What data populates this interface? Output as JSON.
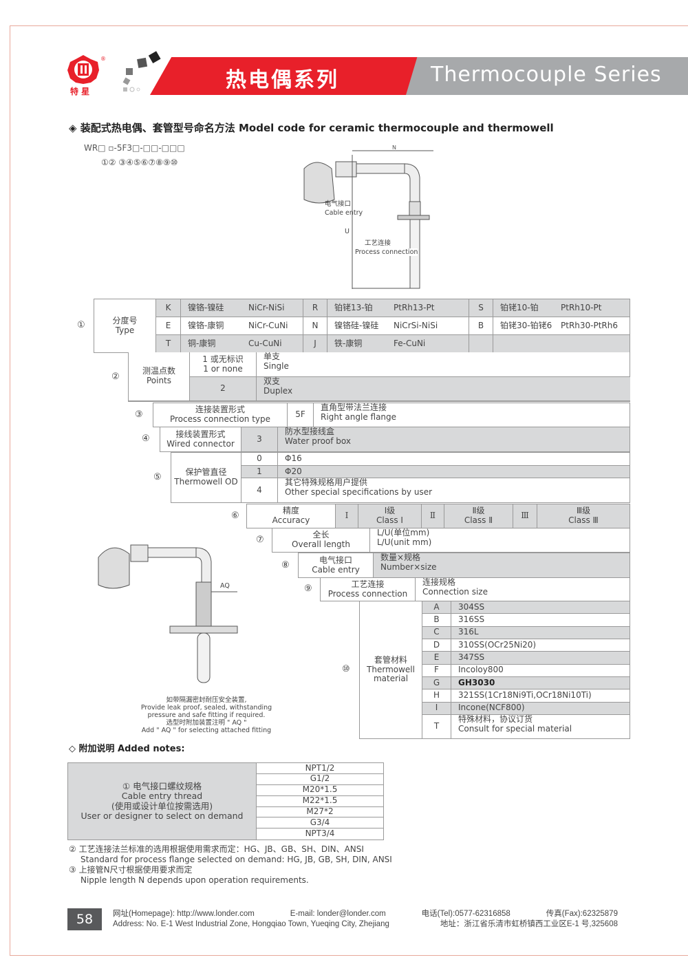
{
  "header": {
    "brand_cn": "特 星",
    "title_cn": "热电偶系列",
    "title_en": "Thermocouple Series"
  },
  "section": {
    "title": "◈ 装配式热电偶、套管型号命名方法 Model code for ceramic thermocouple and thermowell",
    "model_code": "WR□ ▫-5F3□-□□-□□□",
    "positions": "①② ③④⑤⑥⑦⑧⑨⑩"
  },
  "diagram1": {
    "n": "N",
    "cable_cn": "电气接口",
    "cable_en": "Cable entry",
    "proc_cn": "工艺连接",
    "proc_en": "Process connection",
    "u": "U"
  },
  "diagram2": {
    "aq": "AQ",
    "cap1": "如带隔漏密封耐压安全装置,",
    "cap2": "Provide leak proof, sealed, withstanding",
    "cap3": "pressure and safe fitting if required.",
    "cap4": "选型时附加装置注明 \" AQ \"",
    "cap5": "Add \" AQ \" for selecting attached fitting"
  },
  "t1": {
    "n": "①",
    "cn": "分度号",
    "en": "Type",
    "rows": [
      [
        "K",
        "镍铬-镍硅",
        "NiCr-NiSi",
        "R",
        "铂铑13-铂",
        "PtRh13-Pt",
        "S",
        "铂铑10-铂",
        "PtRh10-Pt"
      ],
      [
        "E",
        "镍铬-康铜",
        "NiCr-CuNi",
        "N",
        "镍铬硅-镍硅",
        "NiCrSi-NiSi",
        "B",
        "铂铑30-铂铑6",
        "PtRh30-PtRh6"
      ],
      [
        "T",
        "铜-康铜",
        "Cu-CuNi",
        "J",
        "铁-康铜",
        "Fe-CuNi",
        "",
        "",
        " "
      ]
    ]
  },
  "t2": {
    "n": "②",
    "cn": "测温点数",
    "en": "Points",
    "r1code_cn": "1 或无标识",
    "r1code_en": "1 or none",
    "r1cn": "单支",
    "r1en": "Single",
    "r2code": "2",
    "r2cn": "双支",
    "r2en": "Duplex"
  },
  "t3": {
    "n": "③",
    "cn": "连接装置形式",
    "en": "Process connection type",
    "code": "5F",
    "dcn": "直角型带法兰连接",
    "den": "Right angle flange"
  },
  "t4": {
    "n": "④",
    "cn": "接线装置形式",
    "en": "Wired connector",
    "code": "3",
    "dcn": "防水型接线盒",
    "den": "Water proof box"
  },
  "t5": {
    "n": "⑤",
    "cn": "保护管直径",
    "en": "Thermowell OD",
    "rows": [
      [
        "0",
        "Φ16"
      ],
      [
        "1",
        "Φ20"
      ],
      [
        "4",
        "其它特殊规格用户提供",
        "Other special specifications by user"
      ]
    ]
  },
  "t6": {
    "n": "⑥",
    "cn": "精度",
    "en": "Accuracy",
    "c1": "Ⅰ",
    "c1cn": "Ⅰ级",
    "c1en": "Class Ⅰ",
    "c2": "Ⅱ",
    "c2cn": "Ⅱ级",
    "c2en": "Class Ⅱ",
    "c3": "Ⅲ",
    "c3cn": "Ⅲ级",
    "c3en": "Class Ⅲ"
  },
  "t7": {
    "n": "⑦",
    "cn": "全长",
    "en": "Overall length",
    "d1": "L/U(单位mm)",
    "d2": "L/U(unit mm)"
  },
  "t8": {
    "n": "⑧",
    "cn": "电气接口",
    "en": "Cable entry",
    "dcn": "数量×规格",
    "den": "Number×size"
  },
  "t9": {
    "n": "⑨",
    "cn": "工艺连接",
    "en": "Process connection",
    "dcn": "连接规格",
    "den": "Connection size"
  },
  "t10": {
    "n": "⑩",
    "cn": "套管材料",
    "en1": "Thermowell",
    "en2": "material",
    "rows": [
      [
        "A",
        "304SS"
      ],
      [
        "B",
        "316SS"
      ],
      [
        "C",
        "316L"
      ],
      [
        "D",
        "310SS(OCr25Ni20)"
      ],
      [
        "E",
        "347SS"
      ],
      [
        "F",
        "Incoloy800"
      ],
      [
        "G",
        "GH3030"
      ],
      [
        "H",
        "321SS(1Cr18Ni9Ti,OCr18Ni10Ti)"
      ],
      [
        "I",
        "Incone(NCF800)"
      ]
    ],
    "t_code": "T",
    "t_cn": "特殊材料，协议订货",
    "t_en": "Consult for special material"
  },
  "notes": {
    "title": "◇ 附加说明  Added notes:",
    "n1_cn": "① 电气接口螺纹规格",
    "n1_en": "Cable entry thread",
    "n1_cn2": "(使用或设计单位按需选用)",
    "n1_en2": "User or designer to select on demand",
    "threads": [
      "NPT1/2",
      "G1/2",
      "M20*1.5",
      "M22*1.5",
      "M27*2",
      "G3/4",
      "NPT3/4"
    ],
    "n2_cn": "② 工艺连接法兰标准的选用根据使用需求而定：HG、JB、GB、SH、DIN、ANSI",
    "n2_en": "Standard for process flange selected on demand: HG, JB, GB, SH, DIN, ANSI",
    "n3_cn": "③ 上接管N尺寸根据使用要求而定",
    "n3_en": "Nipple length N depends upon operation requirements."
  },
  "footer": {
    "page": "58",
    "web": "网址(Homepage): http://www.londer.com",
    "email": "E-mail: londer@londer.com",
    "tel": "电话(Tel):0577-62316858",
    "fax": "传真(Fax):62325879",
    "addr_en": "Address: No. E-1 West Industrial Zone, Hongqiao Town, Yueqing City, Zhejiang",
    "addr_cn": "地址：浙江省乐清市虹桥镇西工业区E-1 号,325608"
  },
  "colors": {
    "red": "#e8202a",
    "gray": "#a7a9ab",
    "cell": "#d8d9da"
  }
}
